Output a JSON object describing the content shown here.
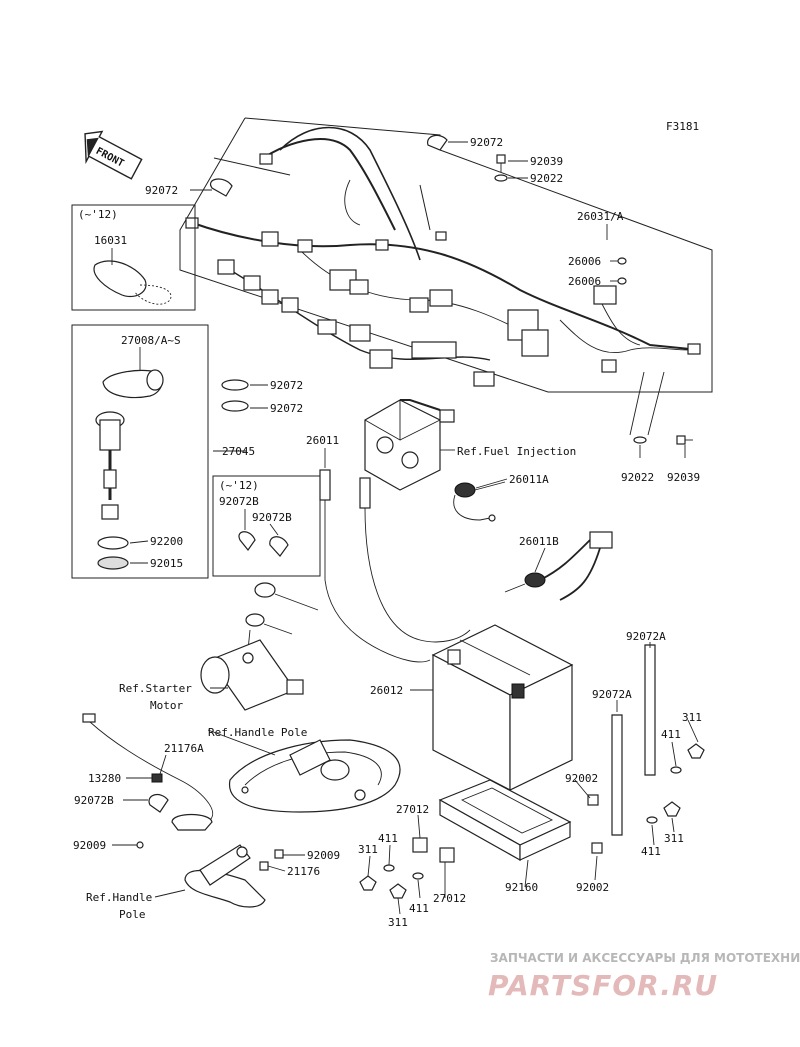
{
  "figure_code": "F3181",
  "front_label": "FRONT",
  "callouts": {
    "c92072_top": "92072",
    "c92039_top": "92039",
    "c92022_top": "92022",
    "c26031": "26031/A",
    "c26006_a": "26006",
    "c26006_b": "26006",
    "c92072_left": "92072",
    "c12_upper": "(~'12)",
    "c16031": "16031",
    "c27008": "27008/A~S",
    "c92072_mid1": "92072",
    "c92072_mid2": "92072",
    "c27045": "27045",
    "c26011": "26011",
    "c_fuel": "Ref.Fuel Injection",
    "c26011A": "26011A",
    "c92022_r": "92022",
    "c92039_r": "92039",
    "c12_lower": "(~'12)",
    "c92072B_a": "92072B",
    "c92072B_b": "92072B",
    "c92200": "92200",
    "c92015": "92015",
    "c26011B": "26011B",
    "c92072A_top": "92072A",
    "c26012": "26012",
    "c_starter_1": "Ref.Starter",
    "c_starter_2": "Motor",
    "c92072A_mid": "92072A",
    "c_handle_pole_top": "Ref.Handle Pole",
    "c21176A": "21176A",
    "c311_r1": "311",
    "c411_r1": "411",
    "c13280": "13280",
    "c92002_a": "92002",
    "c92072B_left": "92072B",
    "c27012_top": "27012",
    "c311_r2": "311",
    "c92009_left": "92009",
    "c411_c1": "411",
    "c411_r2": "411",
    "c92009_mid": "92009",
    "c311_c1": "311",
    "c21176": "21176",
    "c92160": "92160",
    "c92002_b": "92002",
    "c27012_bot": "27012",
    "c411_c2": "411",
    "c_handle_pole_1": "Ref.Handle",
    "c_handle_pole_2": "Pole",
    "c311_c2": "311"
  },
  "watermark": {
    "tagline": "ЗАПЧАСТИ И АКСЕССУАРЫ ДЛЯ МОТОТЕХНИКИ",
    "logo": "PARTSFOR.RU"
  }
}
